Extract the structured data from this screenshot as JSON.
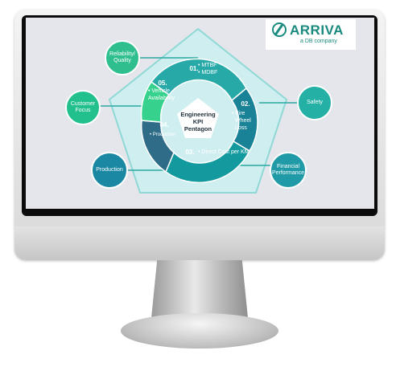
{
  "logo": {
    "name": "ARRIVA",
    "tagline": "a DB company"
  },
  "center": {
    "title": "Engineering KPI\nPentagon"
  },
  "kpis": [
    {
      "number": "01.",
      "items": [
        "• MTBF",
        "• MDBF"
      ]
    },
    {
      "number": "02.",
      "items": [
        "• Fire",
        "Wheel",
        "Loss"
      ]
    },
    {
      "number": "03.",
      "items": [
        "• Direct Cost per KM"
      ]
    },
    {
      "number": "04.",
      "items": [
        "• Production"
      ]
    },
    {
      "number": "05.",
      "items": [
        "• Vehicle",
        "Availability"
      ]
    }
  ],
  "outcomes": [
    {
      "label": "Reliability/\nQuality",
      "color": "#2fbf8e"
    },
    {
      "label": "Safety",
      "color": "#24b0a4"
    },
    {
      "label": "Financial\nPerformance",
      "color": "#1f9aa6"
    },
    {
      "label": "Production",
      "color": "#1a88a2"
    },
    {
      "label": "Customer\nFocus",
      "color": "#22c08c"
    }
  ],
  "colors": {
    "segment_1": "#27a9a8",
    "segment_2": "#1a8296",
    "segment_3": "#139a9e",
    "segment_4": "#2f6c88",
    "segment_5": "#37d18e",
    "pentagon_fill": "#cfeef0",
    "pentagon_stroke": "#8fd8d6",
    "connector": "#2aa7a0"
  }
}
